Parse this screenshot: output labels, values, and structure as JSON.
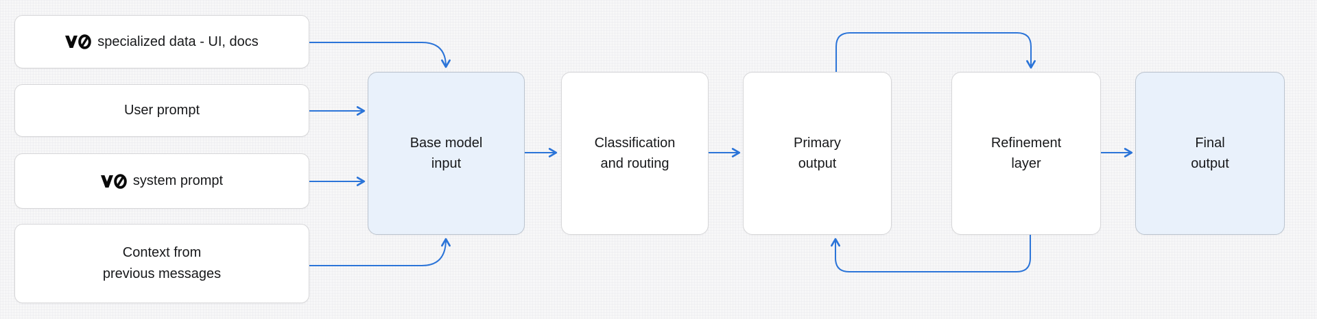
{
  "colors": {
    "background": "#f7f7f8",
    "arrow": "#2b74d8",
    "node_fill": "#ffffff",
    "node_border": "#d6d6d8",
    "highlight_fill": "#e9f1fb",
    "highlight_border": "#bac3ce",
    "text": "#17181a"
  },
  "inputs": [
    {
      "label": "specialized data - UI, docs",
      "has_logo": true
    },
    {
      "label": "User prompt",
      "has_logo": false
    },
    {
      "label": "system prompt",
      "has_logo": true
    },
    {
      "label": "Context from\nprevious messages",
      "has_logo": false
    }
  ],
  "stages": [
    {
      "label": "Base model\ninput",
      "highlighted": true
    },
    {
      "label": "Classification\nand routing",
      "highlighted": false
    },
    {
      "label": "Primary\noutput",
      "highlighted": false
    },
    {
      "label": "Refinement\nlayer",
      "highlighted": false
    },
    {
      "label": "Final\noutput",
      "highlighted": true
    }
  ],
  "icons": {
    "v0_logo": "v0-wordmark-slashed-zero"
  }
}
